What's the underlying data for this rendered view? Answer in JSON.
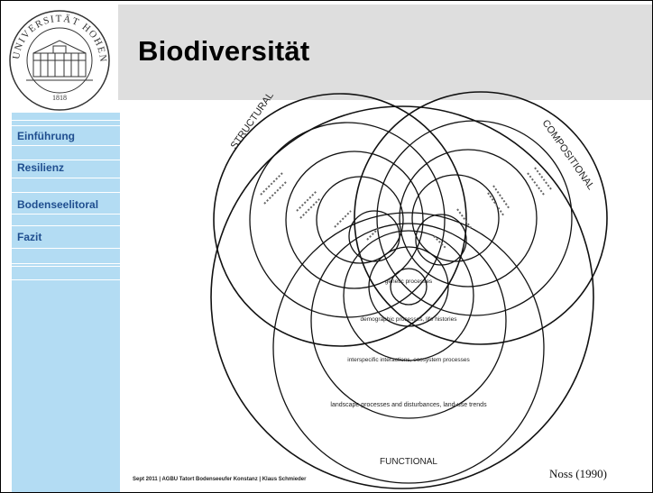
{
  "title": "Biodiversität",
  "logo": {
    "text_top": "UNIVERSITÄT HOHENHEIM",
    "year": "1818"
  },
  "nav": {
    "items": [
      {
        "label": "Einführung"
      },
      {
        "label": "Resilienz"
      },
      {
        "label": "Bodenseelitoral"
      },
      {
        "label": "Fazit"
      }
    ]
  },
  "diagram": {
    "labels": {
      "structural": "STRUCTURAL",
      "compositional": "COMPOSITIONAL",
      "functional": "FUNCTIONAL",
      "genetic_processes": "genetic processes",
      "demographic_processes": "demographic processes, life histories",
      "interspecific": "interspecific interactions, ecosystem processes",
      "landscape": "landscape processes and disturbances, land-use trends"
    }
  },
  "footer": "Sept 2011 | AGBU Tatort Bodenseeufer Konstanz | Klaus Schmieder",
  "credit": "Noss (1990)",
  "colors": {
    "sidebar": "#b3dcf3",
    "header_band": "#dedede",
    "nav_text": "#1f4e8f"
  }
}
